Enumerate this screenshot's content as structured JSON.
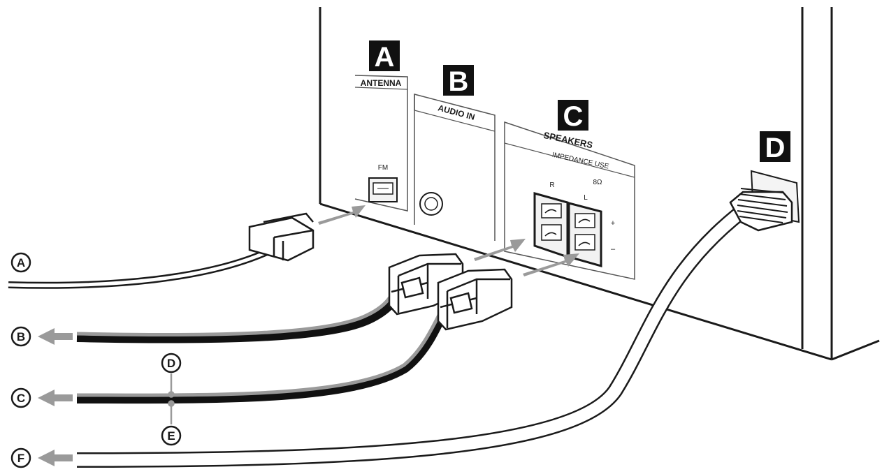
{
  "panel_labels": {
    "antenna": "ANTENNA",
    "fm": "FM",
    "audio_in": "AUDIO IN",
    "speakers": "SPEAKERS",
    "impedance": "IMPEDANCE USE",
    "ohm": "8Ω",
    "right": "R",
    "left": "L",
    "plus": "+",
    "minus": "–"
  },
  "badges": {
    "a": "A",
    "b": "B",
    "c": "C",
    "d": "D"
  },
  "callouts": {
    "a": "A",
    "b": "B",
    "c": "C",
    "d": "D",
    "e": "E",
    "f": "F"
  },
  "colors": {
    "line": "#1a1a1a",
    "wire_grey": "#9a9a9a",
    "arrow_grey": "#9a9a9a",
    "badge_fill": "#111111",
    "panel_light": "#f4f4f4"
  }
}
